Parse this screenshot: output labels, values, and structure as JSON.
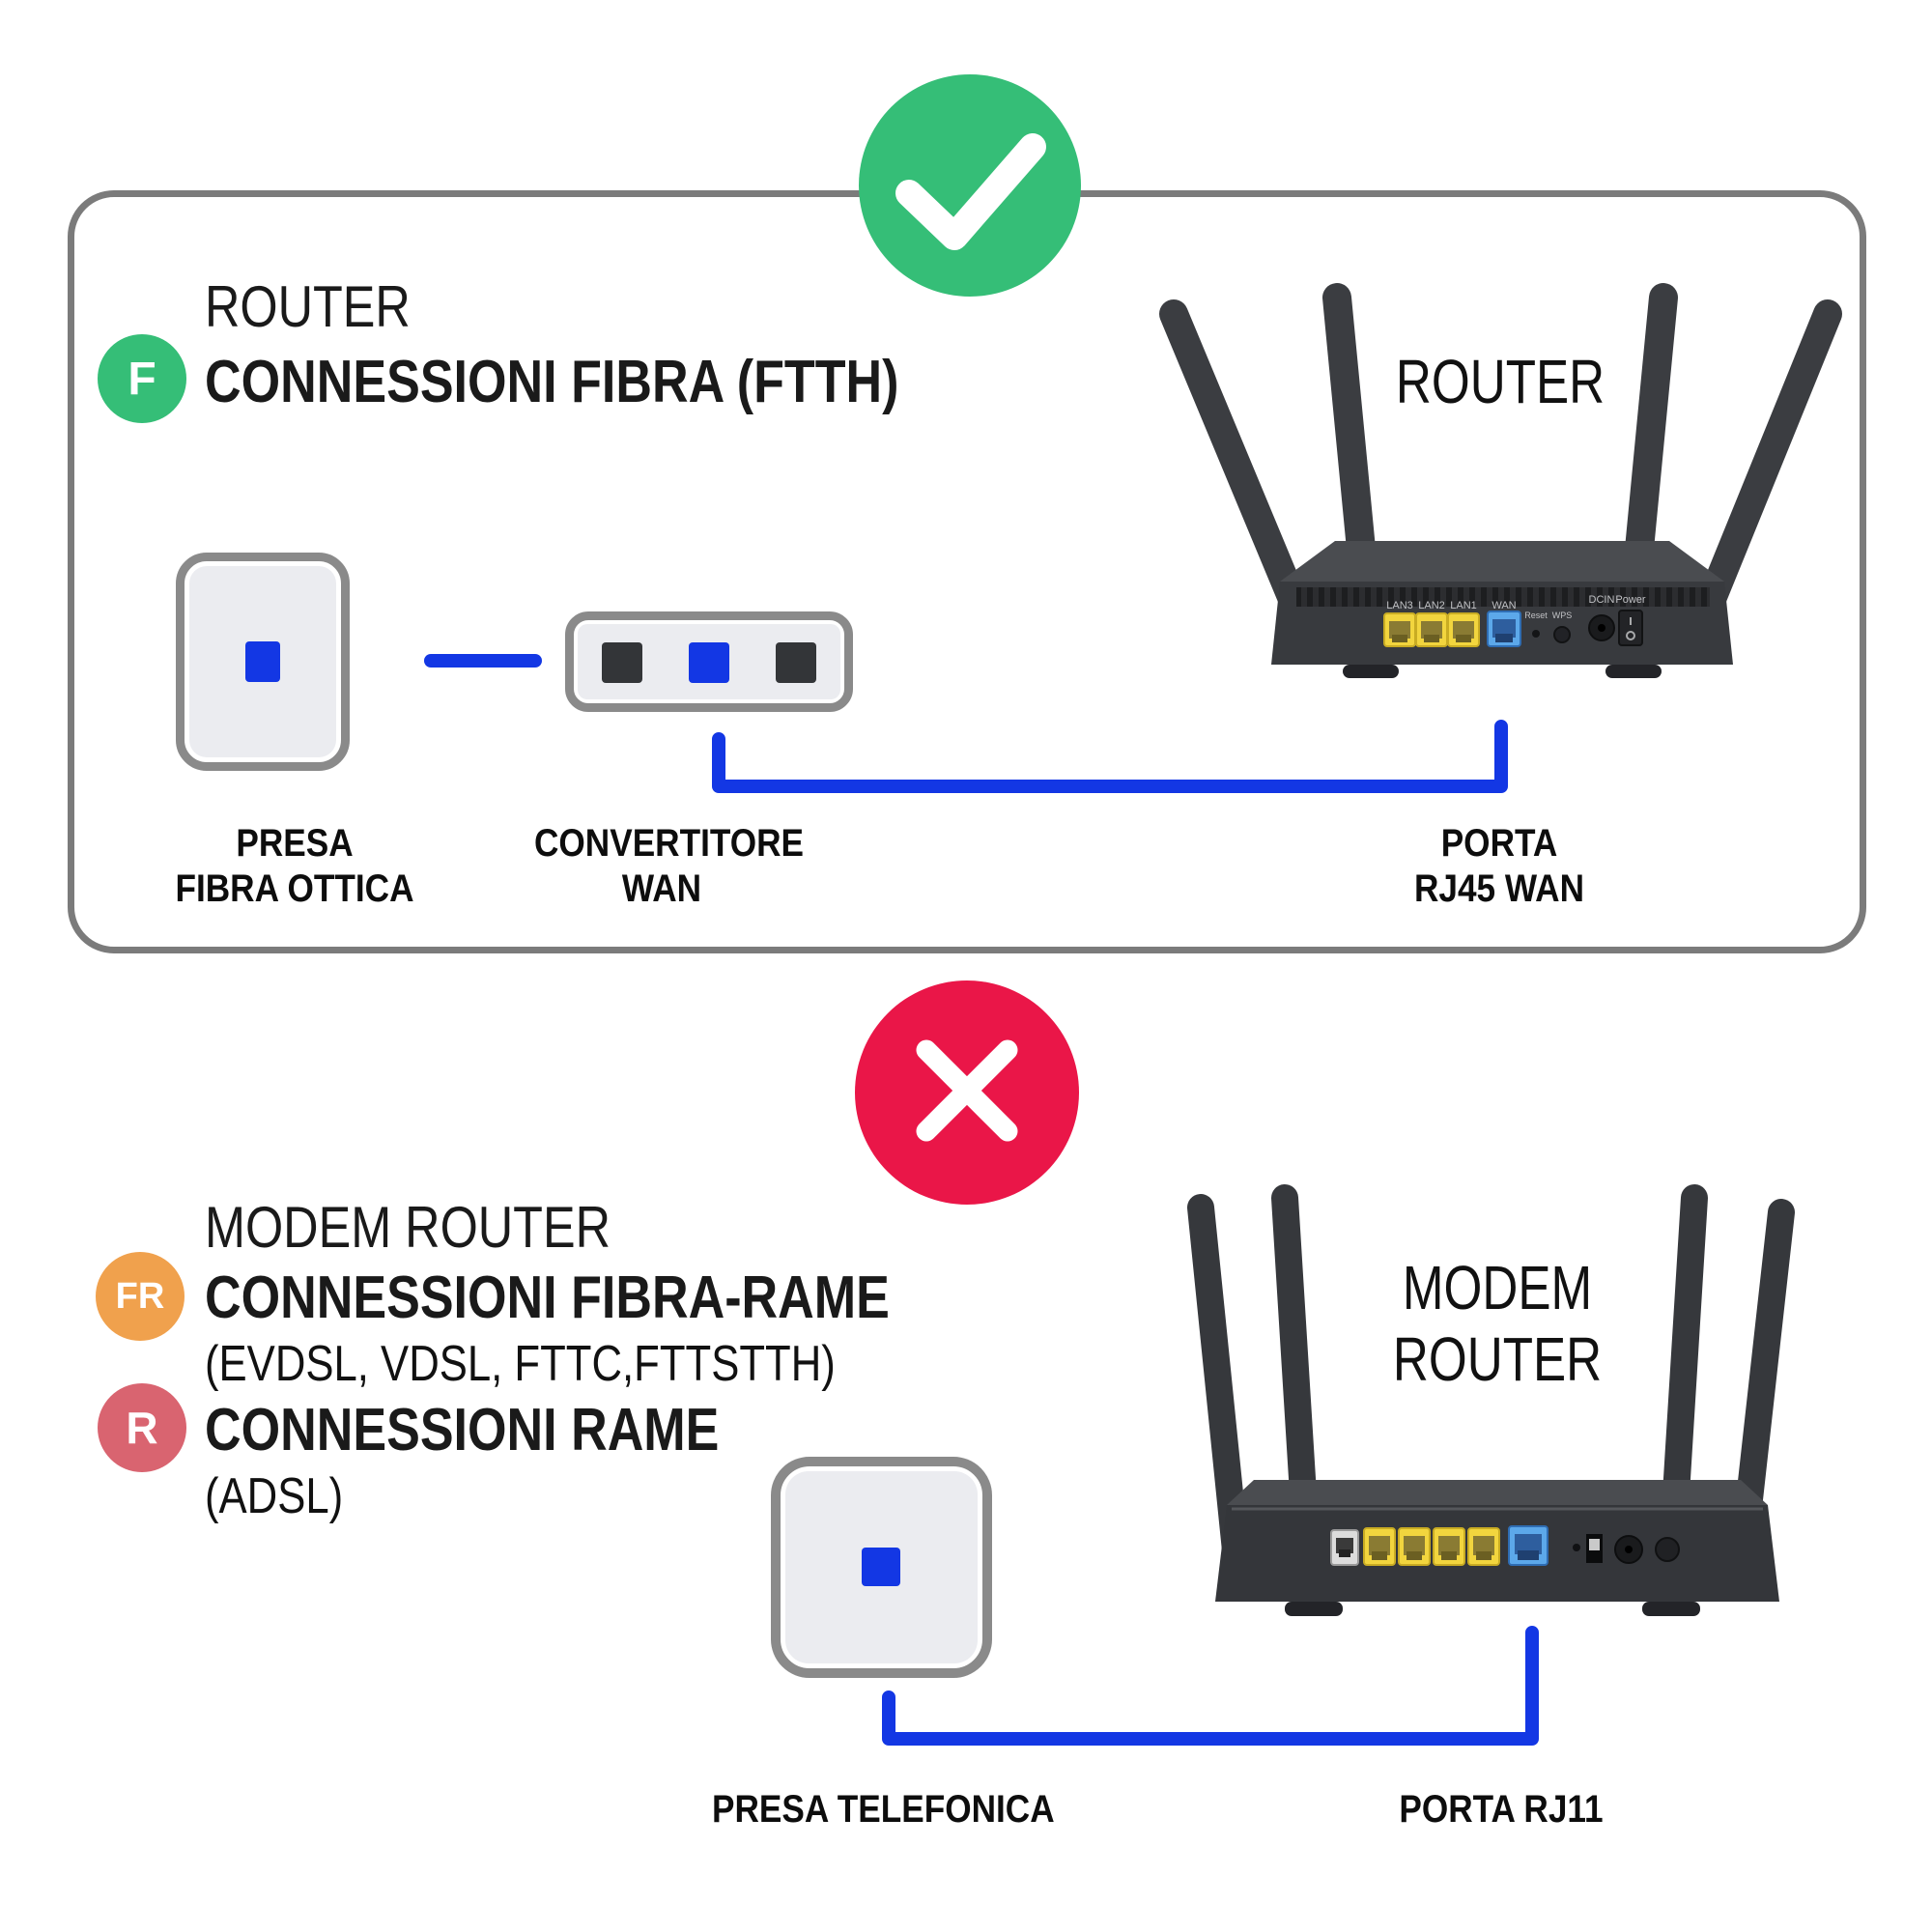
{
  "colors": {
    "green": "#35BE77",
    "red": "#EA1648",
    "blue": "#1337E4",
    "orange": "#F0A14D",
    "rose": "#D96470",
    "panel_border": "#7b7b7b",
    "device_border": "#8a8a8a",
    "device_fill": "#ebecf0",
    "dark_square": "#333538"
  },
  "icons": {
    "good": "check-icon",
    "bad": "x-icon"
  },
  "panel_good": {
    "heading": "ROUTER",
    "badge": {
      "letter": "F"
    },
    "title": "CONNESSIONI FIBRA (FTTH)",
    "image_label": "ROUTER",
    "labels": {
      "outlet": [
        "PRESA",
        "FIBRA OTTICA"
      ],
      "converter": [
        "CONVERTITORE",
        "WAN"
      ],
      "port": [
        "PORTA",
        "RJ45 WAN"
      ]
    },
    "router_port_labels": [
      "LAN3",
      "LAN2",
      "LAN1",
      "WAN"
    ],
    "router_control_labels": {
      "reset": "Reset",
      "wps": "WPS",
      "dcin": "DCIN",
      "power": "Power"
    }
  },
  "panel_bad": {
    "heading": "MODEM ROUTER",
    "entries": [
      {
        "badge": "FR",
        "title": "CONNESSIONI FIBRA-RAME",
        "subtitle": "(EVDSL, VDSL, FTTC,FTTSTTH)"
      },
      {
        "badge": "R",
        "title": "CONNESSIONI RAME",
        "subtitle": "(ADSL)"
      }
    ],
    "image_label": [
      "MODEM",
      "ROUTER"
    ],
    "labels": {
      "outlet": "PRESA TELEFONICA",
      "port": "PORTA RJ11"
    }
  }
}
